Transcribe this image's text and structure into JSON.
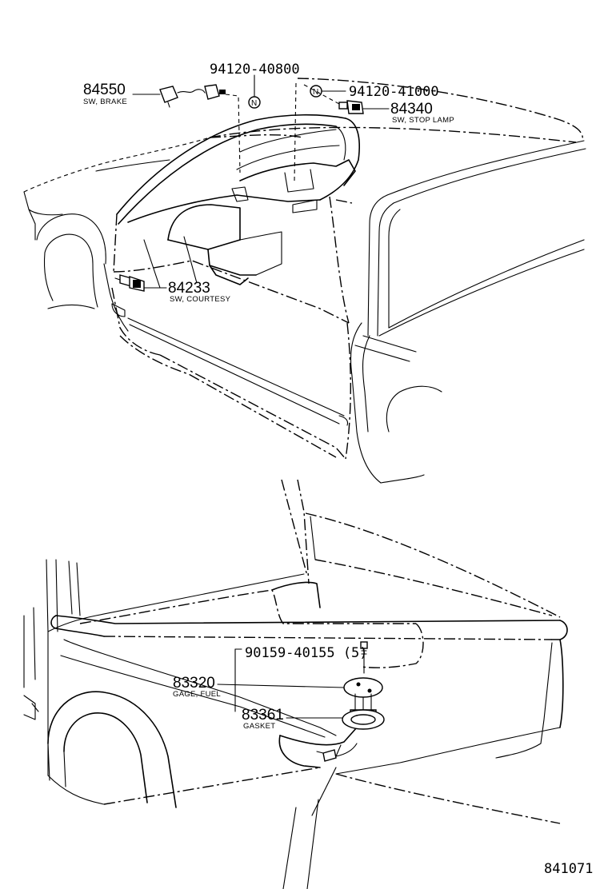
{
  "parts": {
    "p94120_40800": {
      "number": "94120-40800"
    },
    "p84550": {
      "number": "84550",
      "name": "SW, BRAKE"
    },
    "p94120_41000": {
      "number": "94120-41000"
    },
    "p84340": {
      "number": "84340",
      "name": "SW, STOP LAMP"
    },
    "p84233": {
      "number": "84233",
      "name": "SW, COURTESY"
    },
    "p90159_40155": {
      "number": "90159-40155 (5)"
    },
    "p83320": {
      "number": "83320",
      "name": "GAGE, FUEL"
    },
    "p83361": {
      "number": "83361",
      "name": "GASKET"
    }
  },
  "nut_symbol": "N",
  "diagram_ref": "841071"
}
